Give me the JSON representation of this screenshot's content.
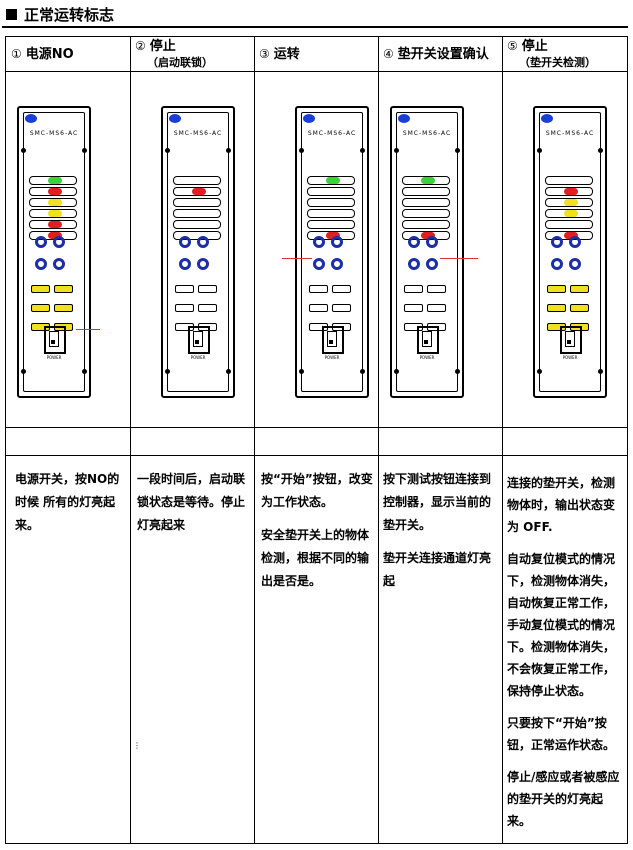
{
  "title": "正常运转标志",
  "columns": [
    {
      "num": "①",
      "title": "电源NO",
      "subtitle": "",
      "paragraphs": [
        "电源开关，按NO的时候 所有的灯亮起来。"
      ]
    },
    {
      "num": "②",
      "title": "停止",
      "subtitle": "（启动联锁）",
      "paragraphs": [
        "一段时间后，启动联锁状态是等待。停止灯亮起来"
      ]
    },
    {
      "num": "③",
      "title": "运转",
      "subtitle": "",
      "paragraphs": [
        "按“开始”按钮，改变为工作状态。",
        "安全垫开关上的物体检测，根据不同的输出是否是。"
      ]
    },
    {
      "num": "④",
      "title": "垫开关设置确认",
      "subtitle": "",
      "paragraphs": [
        "按下测试按钮连接到控制器，显示当前的垫开关。",
        "垫开关连接通道灯亮起"
      ]
    },
    {
      "num": "⑤",
      "title": "停止",
      "subtitle": "（垫开关检测）",
      "paragraphs": [
        "连接的垫开关，检测物体时，输出状态变为 OFF.",
        "自动复位模式的情况下，检测物体消失，自动恢复正常工作，手动复位模式的情况下。检测物体消失，不会恢复正常工作，保持停止状态。",
        "只要按下“开始”按钮，正常运作状态。",
        "停止/感应或者被感应的垫开关的灯亮起来。"
      ]
    }
  ],
  "device": {
    "model": "SMC-MS6-AC",
    "power_label": "POWER"
  },
  "colors": {
    "green": "#3ad13a",
    "red": "#e02020",
    "yellow": "#f0e020",
    "blue": "#1c2ea8",
    "arrow": "#e03030"
  }
}
